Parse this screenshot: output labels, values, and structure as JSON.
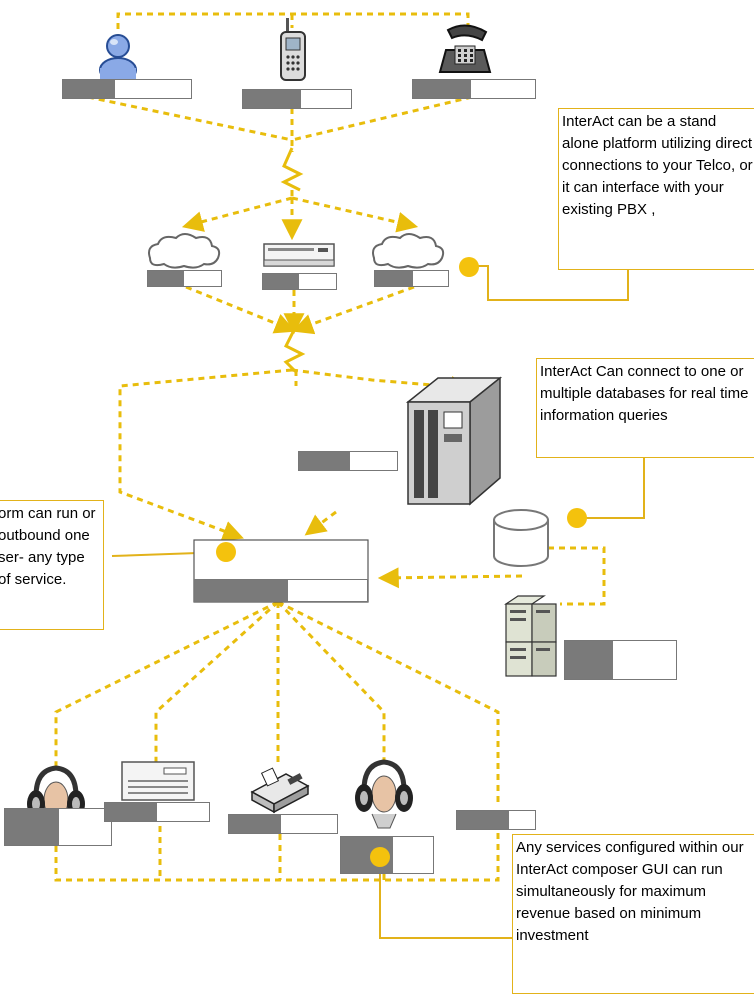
{
  "colors": {
    "connector": "#e8bd0c",
    "callout_border": "#e2b21a",
    "dot": "#f4c20d",
    "label_dark": "#7a7a7a"
  },
  "callouts": {
    "telco": "InterAct can be a stand alone platform utilizing direct connections to your Telco, or it can interface with your existing PBX ,",
    "databases": "InterAct Can connect to one or multiple databases for real time information queries",
    "platform": "orm can run or outbound one ser- any type of service.",
    "services": "Any services configured within our InterAct composer GUI can run simultaneously for maximum revenue based on minimum investment"
  },
  "icons": {
    "top": [
      "user-icon",
      "cellphone-icon",
      "telephone-icon"
    ],
    "network": [
      "cloud-icon",
      "pbx-switch-icon",
      "cloud-icon"
    ],
    "servers": [
      "mainframe-server-icon",
      "database-cylinder-icon",
      "server-rack-icon"
    ],
    "endpoints": [
      "headset-icon",
      "pbx-switch-icon",
      "fax-icon",
      "headset-icon"
    ]
  }
}
